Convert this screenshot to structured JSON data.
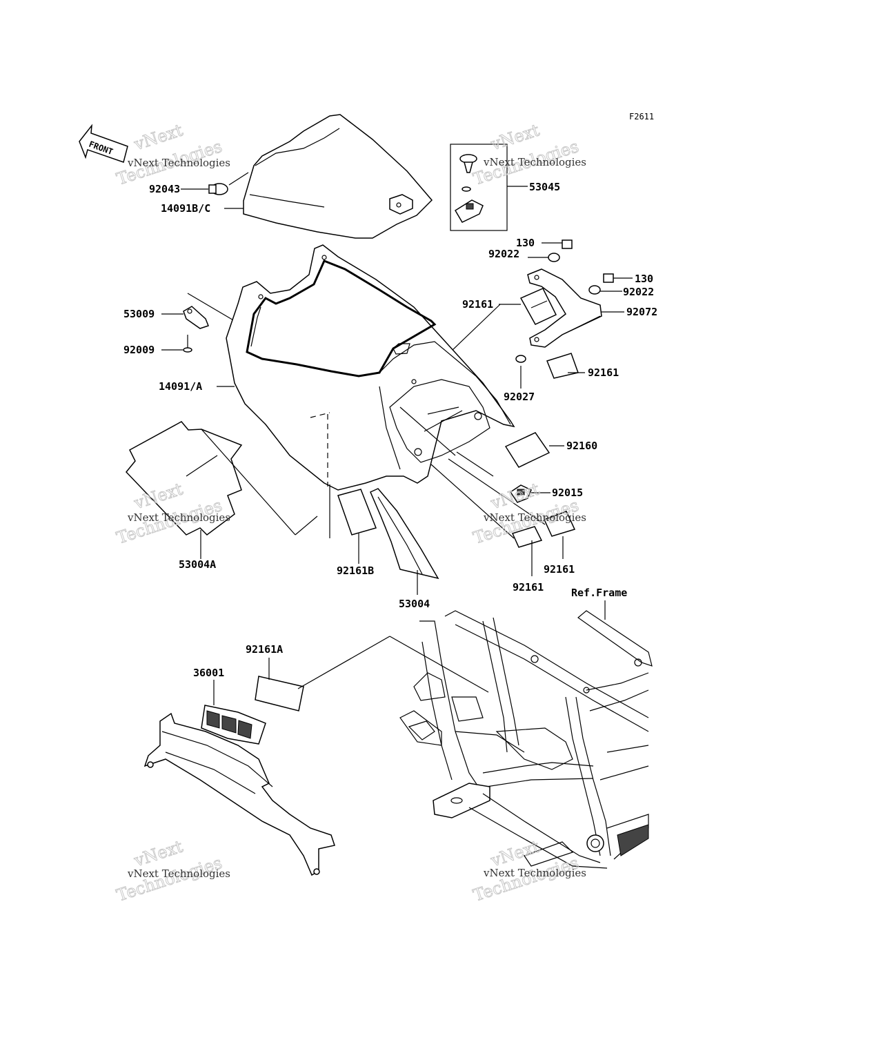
{
  "figure_code": "F2611",
  "front_label": "FRONT",
  "labels": {
    "p92043": "92043",
    "p14091bc": "14091B/C",
    "p53045": "53045",
    "p130a": "130",
    "p92022a": "92022",
    "p130b": "130",
    "p92022b": "92022",
    "p92161a": "92161",
    "p92072": "92072",
    "p53009": "53009",
    "p92009": "92009",
    "p92161b": "92161",
    "p14091a": "14091/A",
    "p92027": "92027",
    "p92160": "92160",
    "p92015": "92015",
    "p53004a": "53004A",
    "p92161B": "92161B",
    "p53004": "53004",
    "p92161c": "92161",
    "p92161d": "92161",
    "refframe": "Ref.Frame",
    "p92161A": "92161A",
    "p36001": "36001"
  },
  "watermark": {
    "line1": "vNext Technologies",
    "line2": "vNext",
    "line3": "Technologies"
  }
}
